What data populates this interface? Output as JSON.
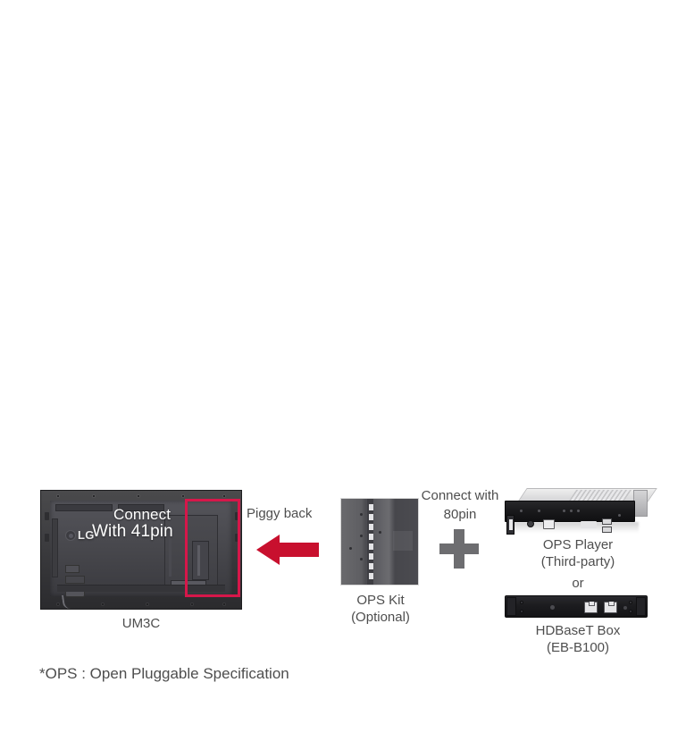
{
  "colors": {
    "accent_red": "#d6174a",
    "arrow_red": "#c8102e",
    "plus_grey": "#6d6d70",
    "text_grey": "#4e4e4e",
    "overlay_white": "#ffffff",
    "background": "#ffffff"
  },
  "diagram": {
    "display": {
      "overlay_line1": "Connect",
      "overlay_line2": "With 41pin",
      "brand_logo_text": "LG",
      "caption": "UM3C"
    },
    "piggy_back": {
      "label": "Piggy back",
      "arrow_direction": "left"
    },
    "ops_kit": {
      "caption_line1": "OPS Kit",
      "caption_line2": "(Optional)"
    },
    "connector": {
      "label_line1": "Connect with",
      "label_line2": "80pin",
      "symbol": "plus"
    },
    "ops_player": {
      "caption_line1": "OPS Player",
      "caption_line2": "(Third-party)"
    },
    "alternative": {
      "label": "or"
    },
    "hdbaset_box": {
      "caption_line1": "HDBaseT Box",
      "caption_line2": "(EB-B100)"
    },
    "footnote": "*OPS : Open Pluggable Specification"
  }
}
